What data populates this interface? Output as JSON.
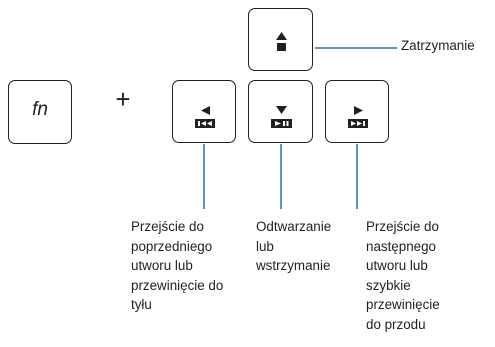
{
  "keys": {
    "fn": {
      "label": "fn",
      "icon": "fn-key"
    },
    "plus": "+",
    "stop": {
      "icon": "stop-icon"
    },
    "previous": {
      "icon": "previous-track-icon"
    },
    "play_pause": {
      "icon": "play-pause-icon"
    },
    "next": {
      "icon": "next-track-icon"
    }
  },
  "labels": {
    "stop": "Zatrzymanie",
    "previous": [
      "Przejście do",
      "poprzedniego",
      "utworu lub",
      "przewinięcie do",
      "tyłu"
    ],
    "play_pause": [
      "Odtwarzanie",
      "lub",
      "wstrzymanie"
    ],
    "next": [
      "Przejście do",
      "następnego",
      "utworu lub",
      "szybkie",
      "przewinięcie",
      "do przodu"
    ]
  },
  "colors": {
    "line": "#5b93c8",
    "key_border": "#231f20",
    "text": "#231f20"
  }
}
